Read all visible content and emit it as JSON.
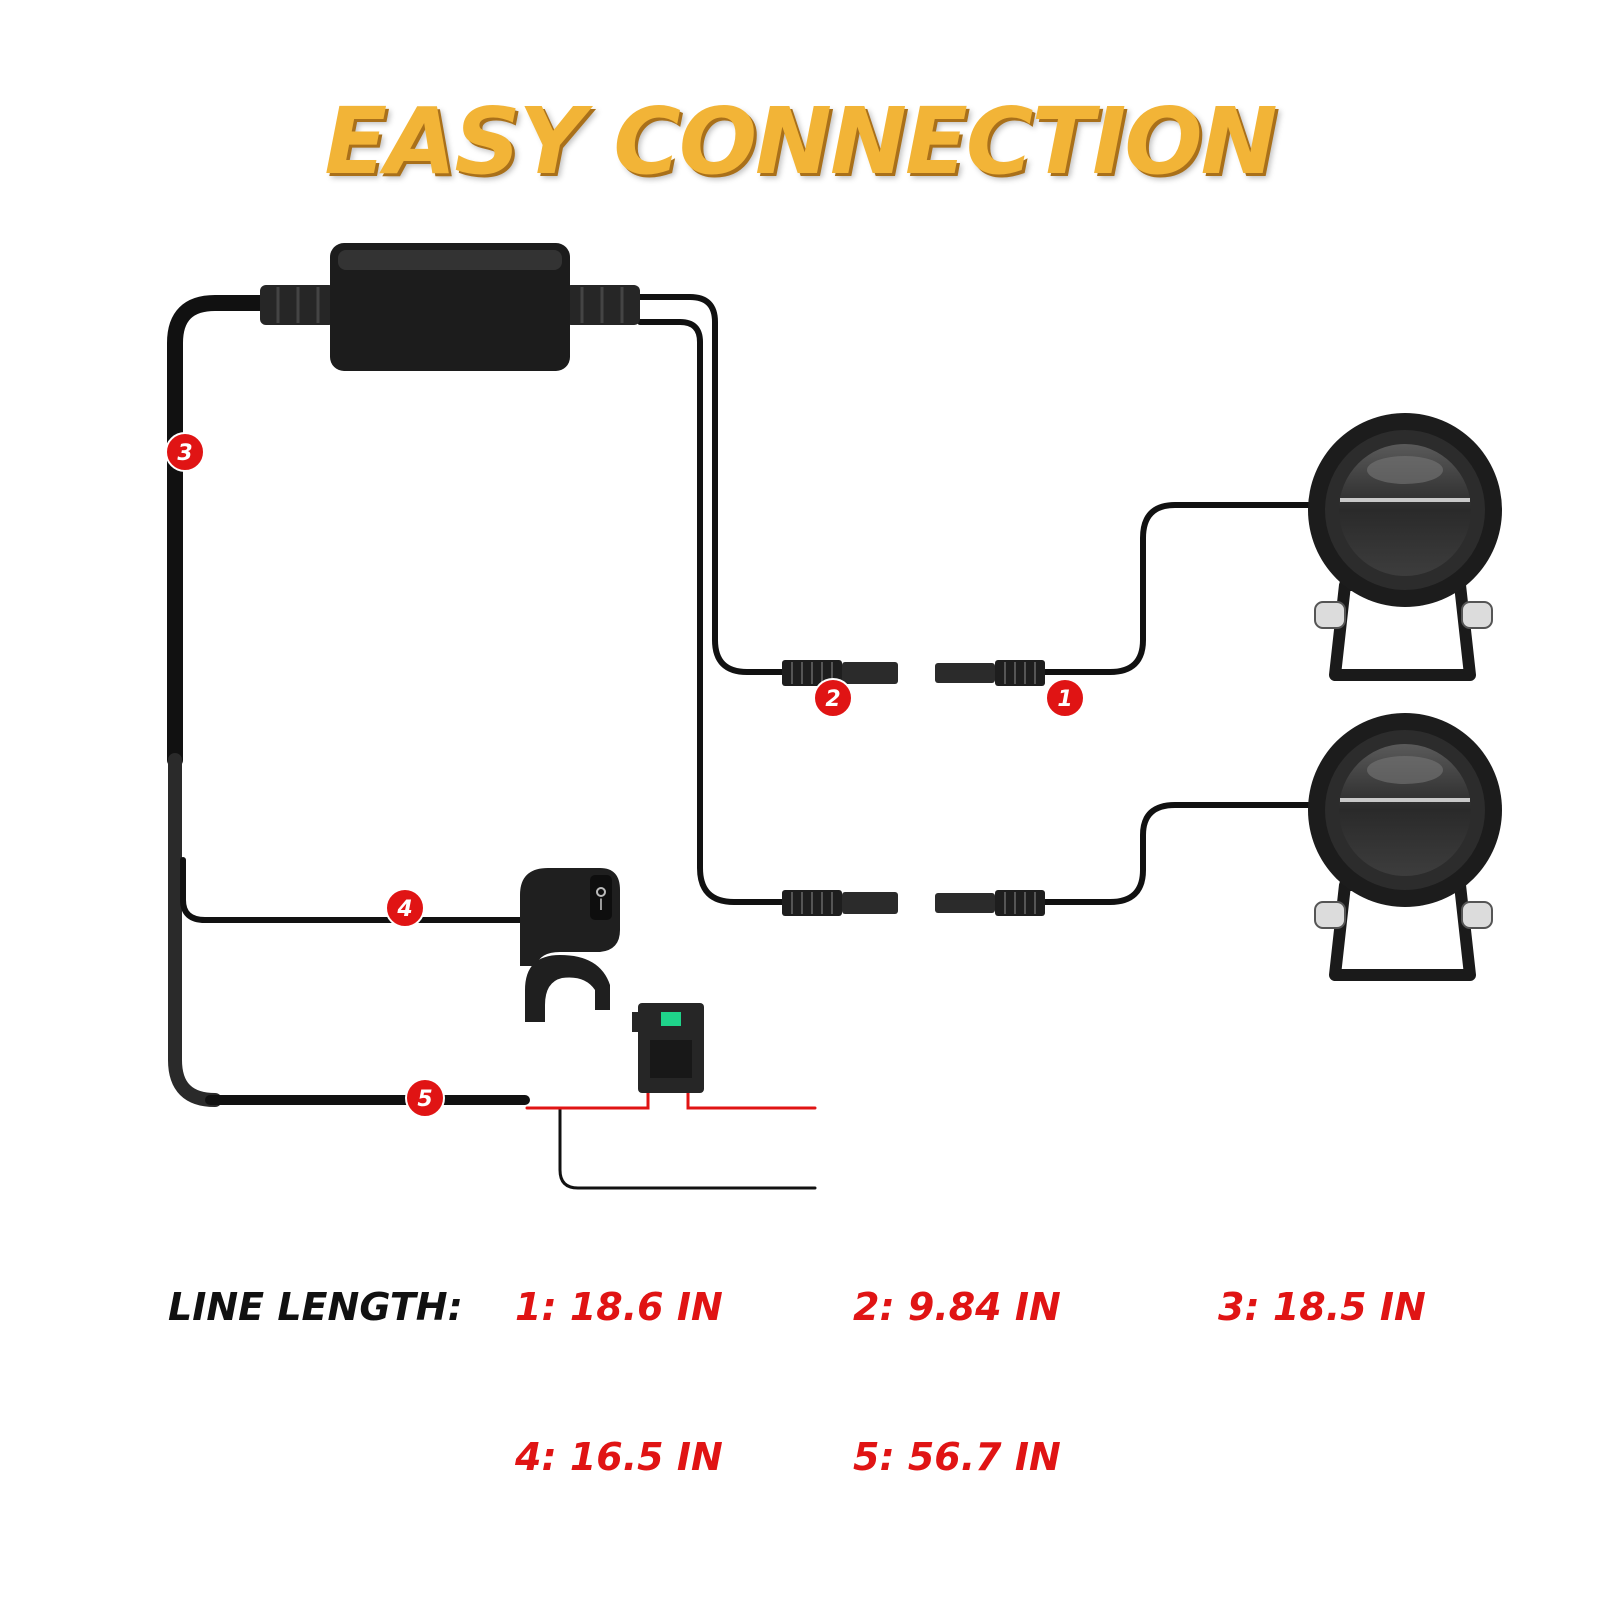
{
  "title": "EASY CONNECTION",
  "badges": [
    "1",
    "2",
    "3",
    "4",
    "5"
  ],
  "line_length": {
    "label": "LINE LENGTH:",
    "items": [
      "1: 18.6 IN",
      "2: 9.84 IN",
      "3: 18.5 IN",
      "4: 16.5 IN",
      "5: 56.7 IN"
    ]
  },
  "colors": {
    "title": "#f2b437",
    "badge": "#e01414",
    "values": "#e01414",
    "wire": "#111111",
    "power_wire": "#e01414"
  },
  "icons": [
    "controller-box-icon",
    "connector-icon",
    "rocker-switch-icon",
    "fuse-holder-icon",
    "spotlight-icon"
  ]
}
